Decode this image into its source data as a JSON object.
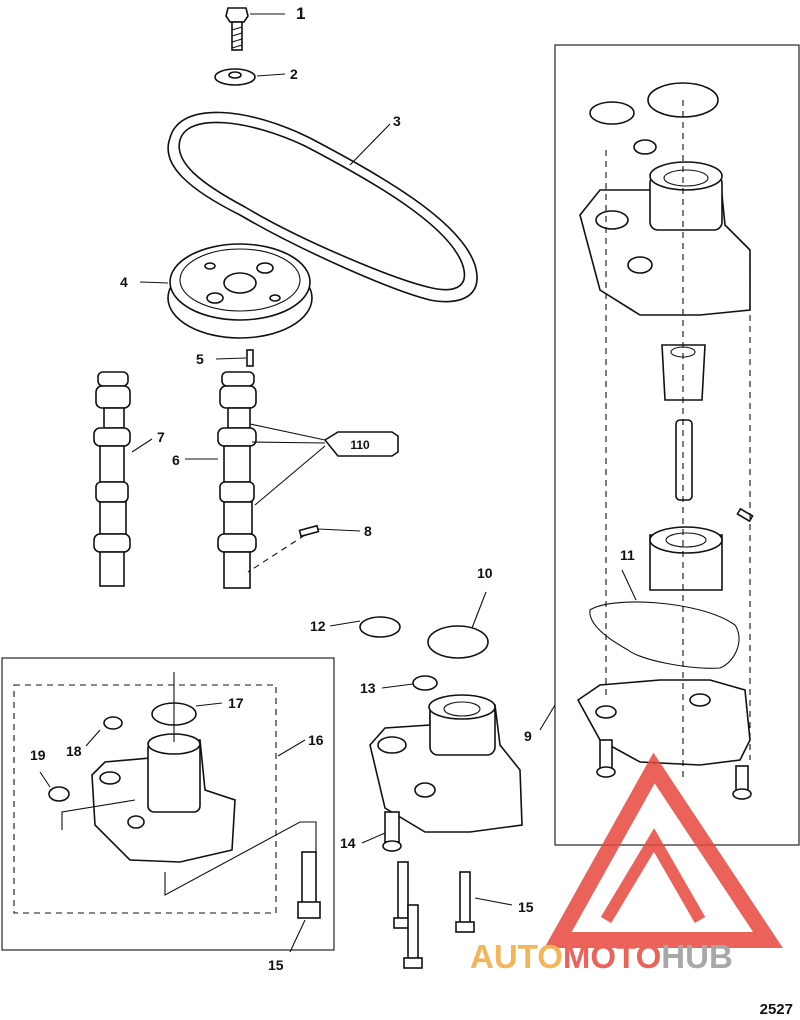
{
  "callouts": [
    "1",
    "2",
    "3",
    "4",
    "5",
    "6",
    "7",
    "8",
    "9",
    "10",
    "11",
    "12",
    "13",
    "14",
    "15",
    "16",
    "17",
    "18",
    "19",
    "15"
  ],
  "sealant_tube_label": "110",
  "watermark": {
    "part1": "AUTO",
    "part2": "MOTO",
    "part3": "HUB",
    "color_red": "#e8473e",
    "color_orange": "#f2a93b",
    "color_gray": "#9a9a9a"
  },
  "figure_number": "2527"
}
